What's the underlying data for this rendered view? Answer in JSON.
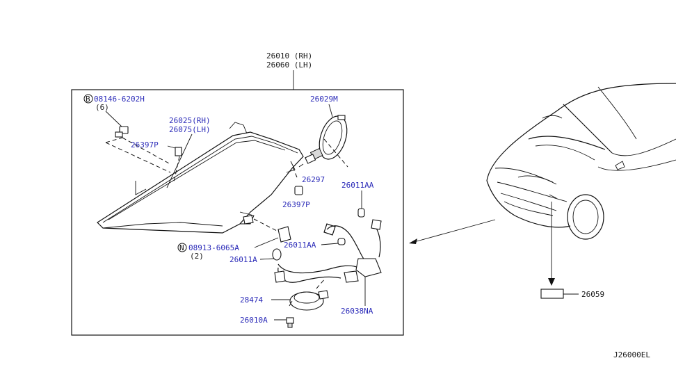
{
  "assembly": {
    "rh": "26010 (RH)",
    "lh": "26060 (LH)"
  },
  "labels": {
    "bolt": "08146-6202H",
    "bolt_qty": "(6)",
    "bolt_marker": "B",
    "lens": "26025(RH)",
    "lens_lh": "26075(LH)",
    "clip_upper": "26397P",
    "socket_ring": "26029M",
    "bulb_h": "26297",
    "clip_lower": "26397P",
    "bulb_aa_upper": "26011AA",
    "nut": "08913-6065A",
    "nut_qty": "(2)",
    "nut_marker": "N",
    "bulb_aa_lower": "26011AA",
    "bulb_a": "26011A",
    "actuator": "28474",
    "harness": "26038NA",
    "screw": "26010A",
    "label_sticker": "26059",
    "diagram_code": "J26000EL"
  }
}
